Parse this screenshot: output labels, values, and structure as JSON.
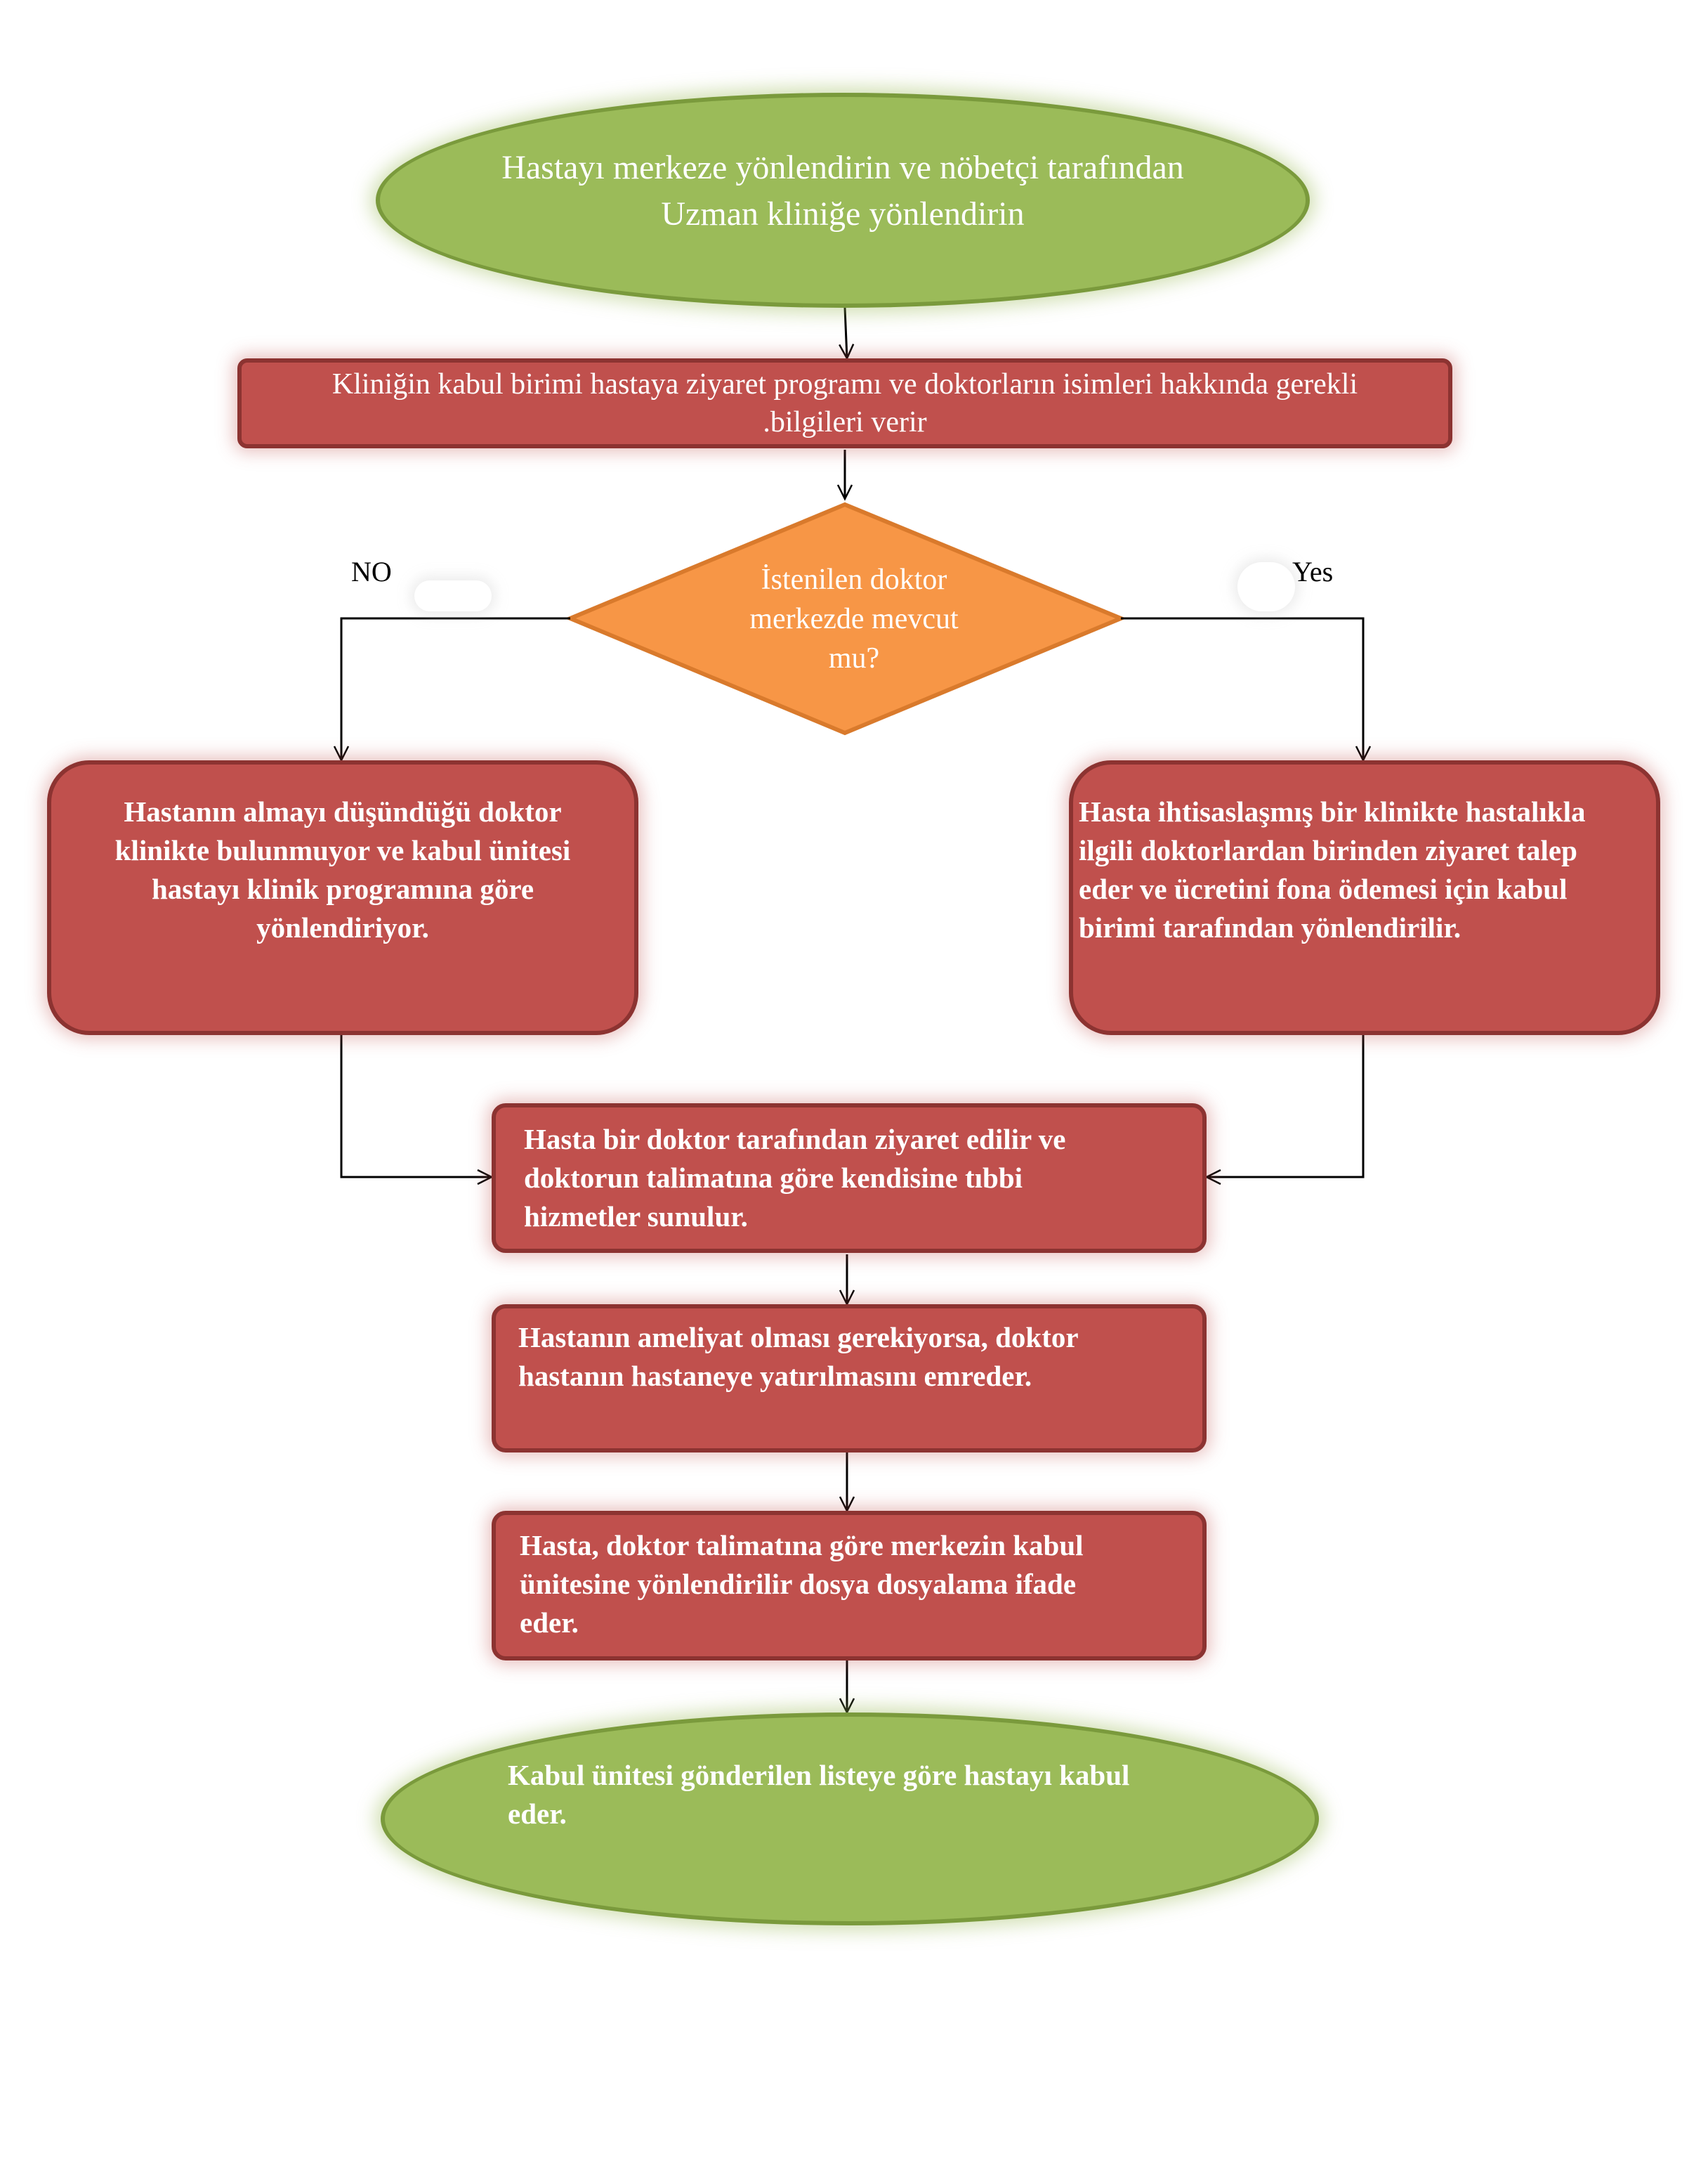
{
  "start": {
    "lines": [
      "Hastayı merkeze yönlendirin ve nöbetçi tarafından",
      "Uzman kliniğe yönlendirin"
    ]
  },
  "reception": {
    "lines": [
      "Kliniğin kabul birimi hastaya ziyaret programı ve doktorların isimleri hakkında gerekli",
      ".bilgileri verir"
    ]
  },
  "decision": {
    "lines": [
      "İstenilen doktor",
      "merkezde mevcut",
      "mu?"
    ],
    "no_label": "NO",
    "yes_label": "Yes"
  },
  "no_branch": {
    "lines": [
      "Hastanın almayı düşündüğü doktor",
      "klinikte bulunmuyor ve kabul ünitesi",
      "hastayı klinik programına göre",
      "yönlendiriyor."
    ]
  },
  "yes_branch": {
    "lines": [
      "Hasta ihtisaslaşmış bir klinikte hastalıkla",
      "ilgili doktorlardan birinden ziyaret talep",
      "eder ve ücretini fona ödemesi için kabul",
      "birimi tarafından yönlendirilir."
    ]
  },
  "visit": {
    "lines": [
      "Hasta bir doktor tarafından ziyaret edilir ve",
      "doktorun talimatına göre kendisine tıbbi",
      "hizmetler sunulur."
    ]
  },
  "surgery": {
    "lines": [
      "Hastanın ameliyat olması gerekiyorsa, doktor",
      "hastanın hastaneye yatırılmasını emreder."
    ]
  },
  "referral": {
    "lines": [
      "Hasta, doktor talimatına göre merkezin kabul",
      "ünitesine yönlendirilir dosya dosyalama ifade",
      "eder."
    ]
  },
  "end": {
    "lines": [
      "Kabul ünitesi gönderilen listeye göre hastayı kabul",
      "eder."
    ]
  },
  "colors": {
    "terminal_fill": "#9bbb59",
    "process_fill": "#c0504d",
    "decision_fill": "#f79646",
    "connector": "#000000"
  }
}
